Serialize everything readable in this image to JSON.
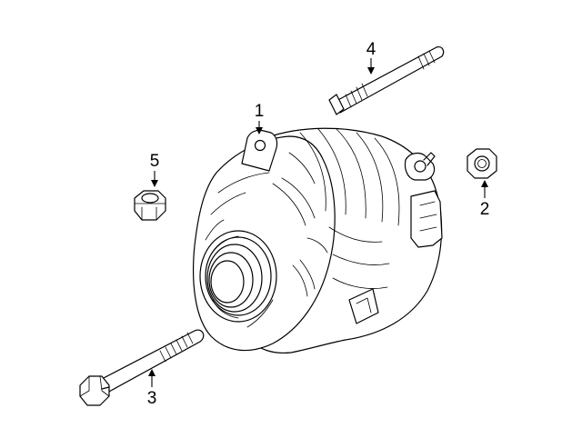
{
  "callouts": [
    {
      "id": "1",
      "label": "1",
      "part": "alternator"
    },
    {
      "id": "2",
      "label": "2",
      "part": "nut-terminal"
    },
    {
      "id": "3",
      "label": "3",
      "part": "mounting-bolt"
    },
    {
      "id": "4",
      "label": "4",
      "part": "stud"
    },
    {
      "id": "5",
      "label": "5",
      "part": "nut"
    }
  ]
}
